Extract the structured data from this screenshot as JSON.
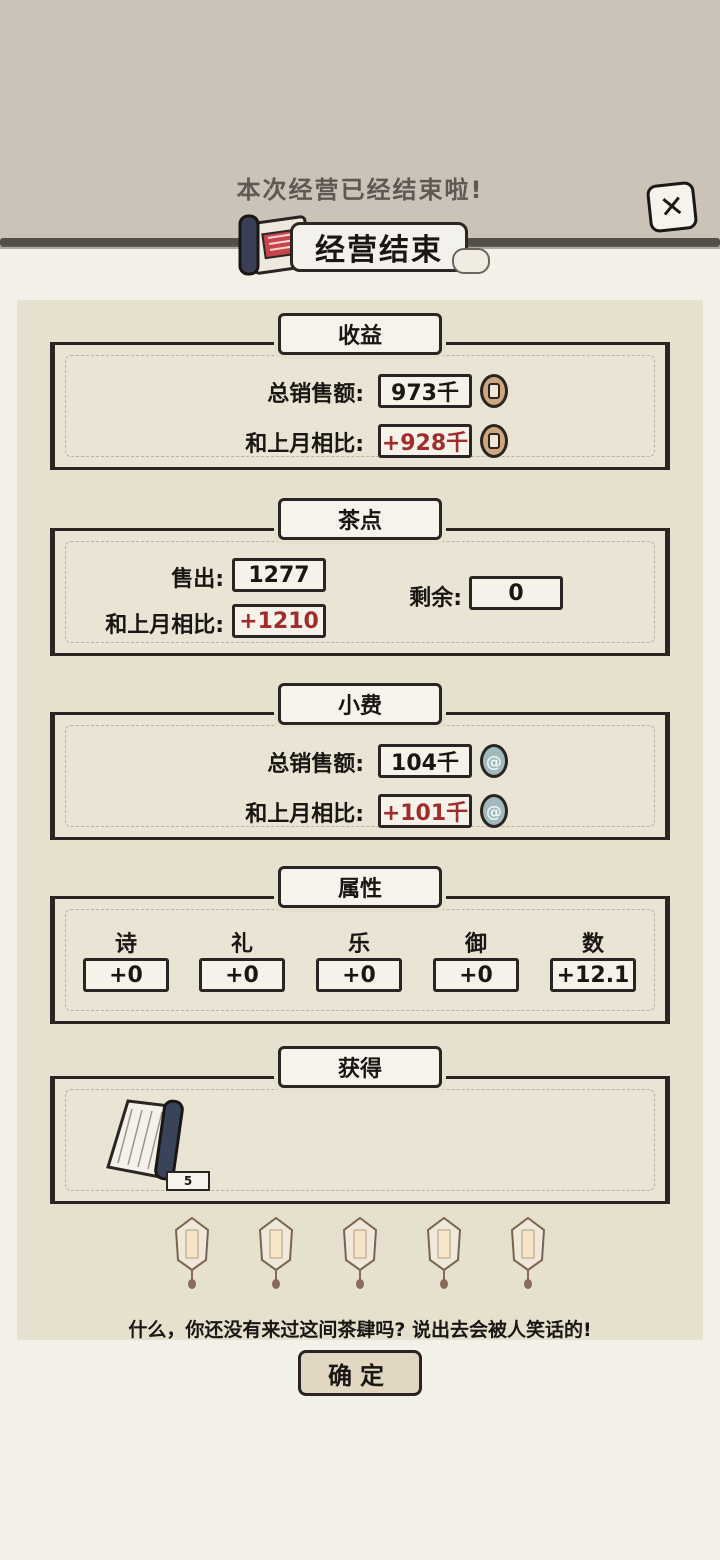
{
  "header": {
    "ended_text": "本次经营已经结束啦!",
    "title": "经营结束"
  },
  "revenue": {
    "tag": "收益",
    "total_label": "总销售额:",
    "total_value": "973千",
    "compare_label": "和上月相比:",
    "compare_value": "+928千",
    "currency_icon": "copper-coin-icon"
  },
  "snacks": {
    "tag": "茶点",
    "sold_label": "售出:",
    "sold_value": "1277",
    "compare_label": "和上月相比:",
    "compare_value": "+1210",
    "remaining_label": "剩余:",
    "remaining_value": "0"
  },
  "tips": {
    "tag": "小费",
    "total_label": "总销售额:",
    "total_value": "104千",
    "compare_label": "和上月相比:",
    "compare_value": "+101千",
    "currency_icon": "jade-coin-icon"
  },
  "attributes": {
    "tag": "属性",
    "items": [
      {
        "label": "诗",
        "value": "+0"
      },
      {
        "label": "礼",
        "value": "+0"
      },
      {
        "label": "乐",
        "value": "+0"
      },
      {
        "label": "御",
        "value": "+0"
      },
      {
        "label": "数",
        "value": "+12.1"
      }
    ]
  },
  "rewards": {
    "tag": "获得",
    "items": [
      {
        "icon": "book-scroll-icon",
        "count": "5"
      }
    ]
  },
  "lanterns": {
    "count": 5,
    "icon": "lantern-icon"
  },
  "footer": {
    "tip": "什么，你还没有来过这间茶肆吗? 说出去会被人笑话的!",
    "confirm_label": "确定"
  },
  "colors": {
    "positive": "#a02c2c",
    "panel": "#e6e1cf",
    "top_bg": "#cbc2b8"
  }
}
